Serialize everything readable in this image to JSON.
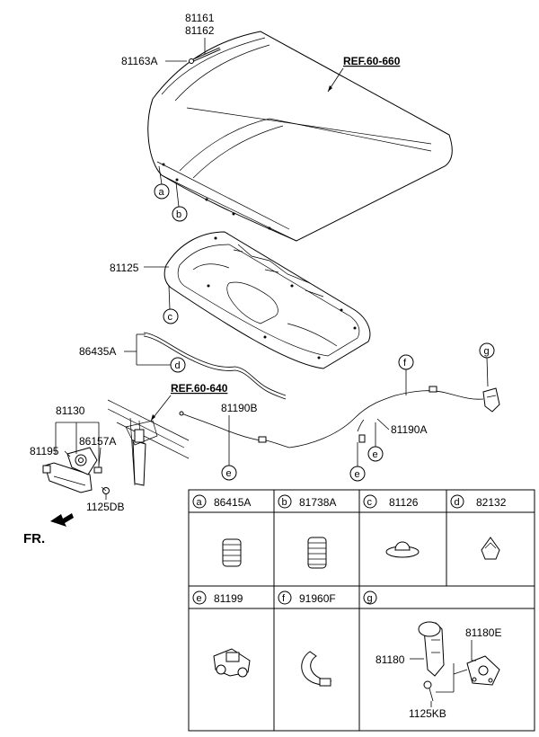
{
  "labels": {
    "p81161": "81161",
    "p81162": "81162",
    "p81163A": "81163A",
    "ref_hood": "REF.60-660",
    "p81125": "81125",
    "p86435A": "86435A",
    "ref_latch": "REF.60-640",
    "p81190B": "81190B",
    "p81190A": "81190A",
    "p81130": "81130",
    "p81195": "81195",
    "p86157A": "86157A",
    "p1125DB": "1125DB",
    "fr": "FR."
  },
  "callouts": {
    "a": "a",
    "b": "b",
    "c": "c",
    "d": "d",
    "e": "e",
    "f": "f",
    "g": "g"
  },
  "legend": [
    {
      "letter": "a",
      "part": "86415A"
    },
    {
      "letter": "b",
      "part": "81738A"
    },
    {
      "letter": "c",
      "part": "81126"
    },
    {
      "letter": "d",
      "part": "82132"
    },
    {
      "letter": "e",
      "part": "81199"
    },
    {
      "letter": "f",
      "part": "91960F"
    },
    {
      "letter": "g",
      "part": ""
    }
  ],
  "g_cell": {
    "p81180": "81180",
    "p81180E": "81180E",
    "p1125KB": "1125KB"
  }
}
